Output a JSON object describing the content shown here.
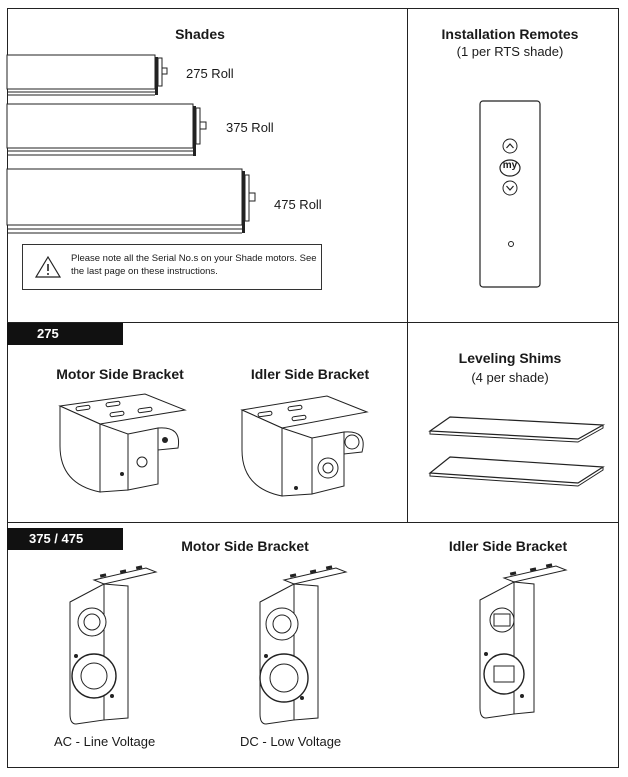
{
  "shades": {
    "title": "Shades",
    "rolls": [
      {
        "label": "275 Roll"
      },
      {
        "label": "375 Roll"
      },
      {
        "label": "475 Roll"
      }
    ],
    "note": "Please note all the Serial No.s on your Shade motors. See the last page on these instructions."
  },
  "remotes": {
    "title": "Installation Remotes",
    "subtitle": "(1 per RTS shade)",
    "my_label": "my"
  },
  "brackets_275": {
    "tag": "275",
    "motor_title": "Motor Side Bracket",
    "idler_title": "Idler Side Bracket"
  },
  "shims": {
    "title": "Leveling Shims",
    "subtitle": "(4 per shade)"
  },
  "brackets_375_475": {
    "tag": "375 / 475",
    "motor_title": "Motor Side Bracket",
    "idler_title": "Idler Side Bracket",
    "ac_label": "AC - Line Voltage",
    "dc_label": "DC - Low Voltage"
  },
  "icons": {
    "warning": "warning-triangle-icon",
    "up": "chevron-up-icon",
    "down": "chevron-down-icon"
  }
}
